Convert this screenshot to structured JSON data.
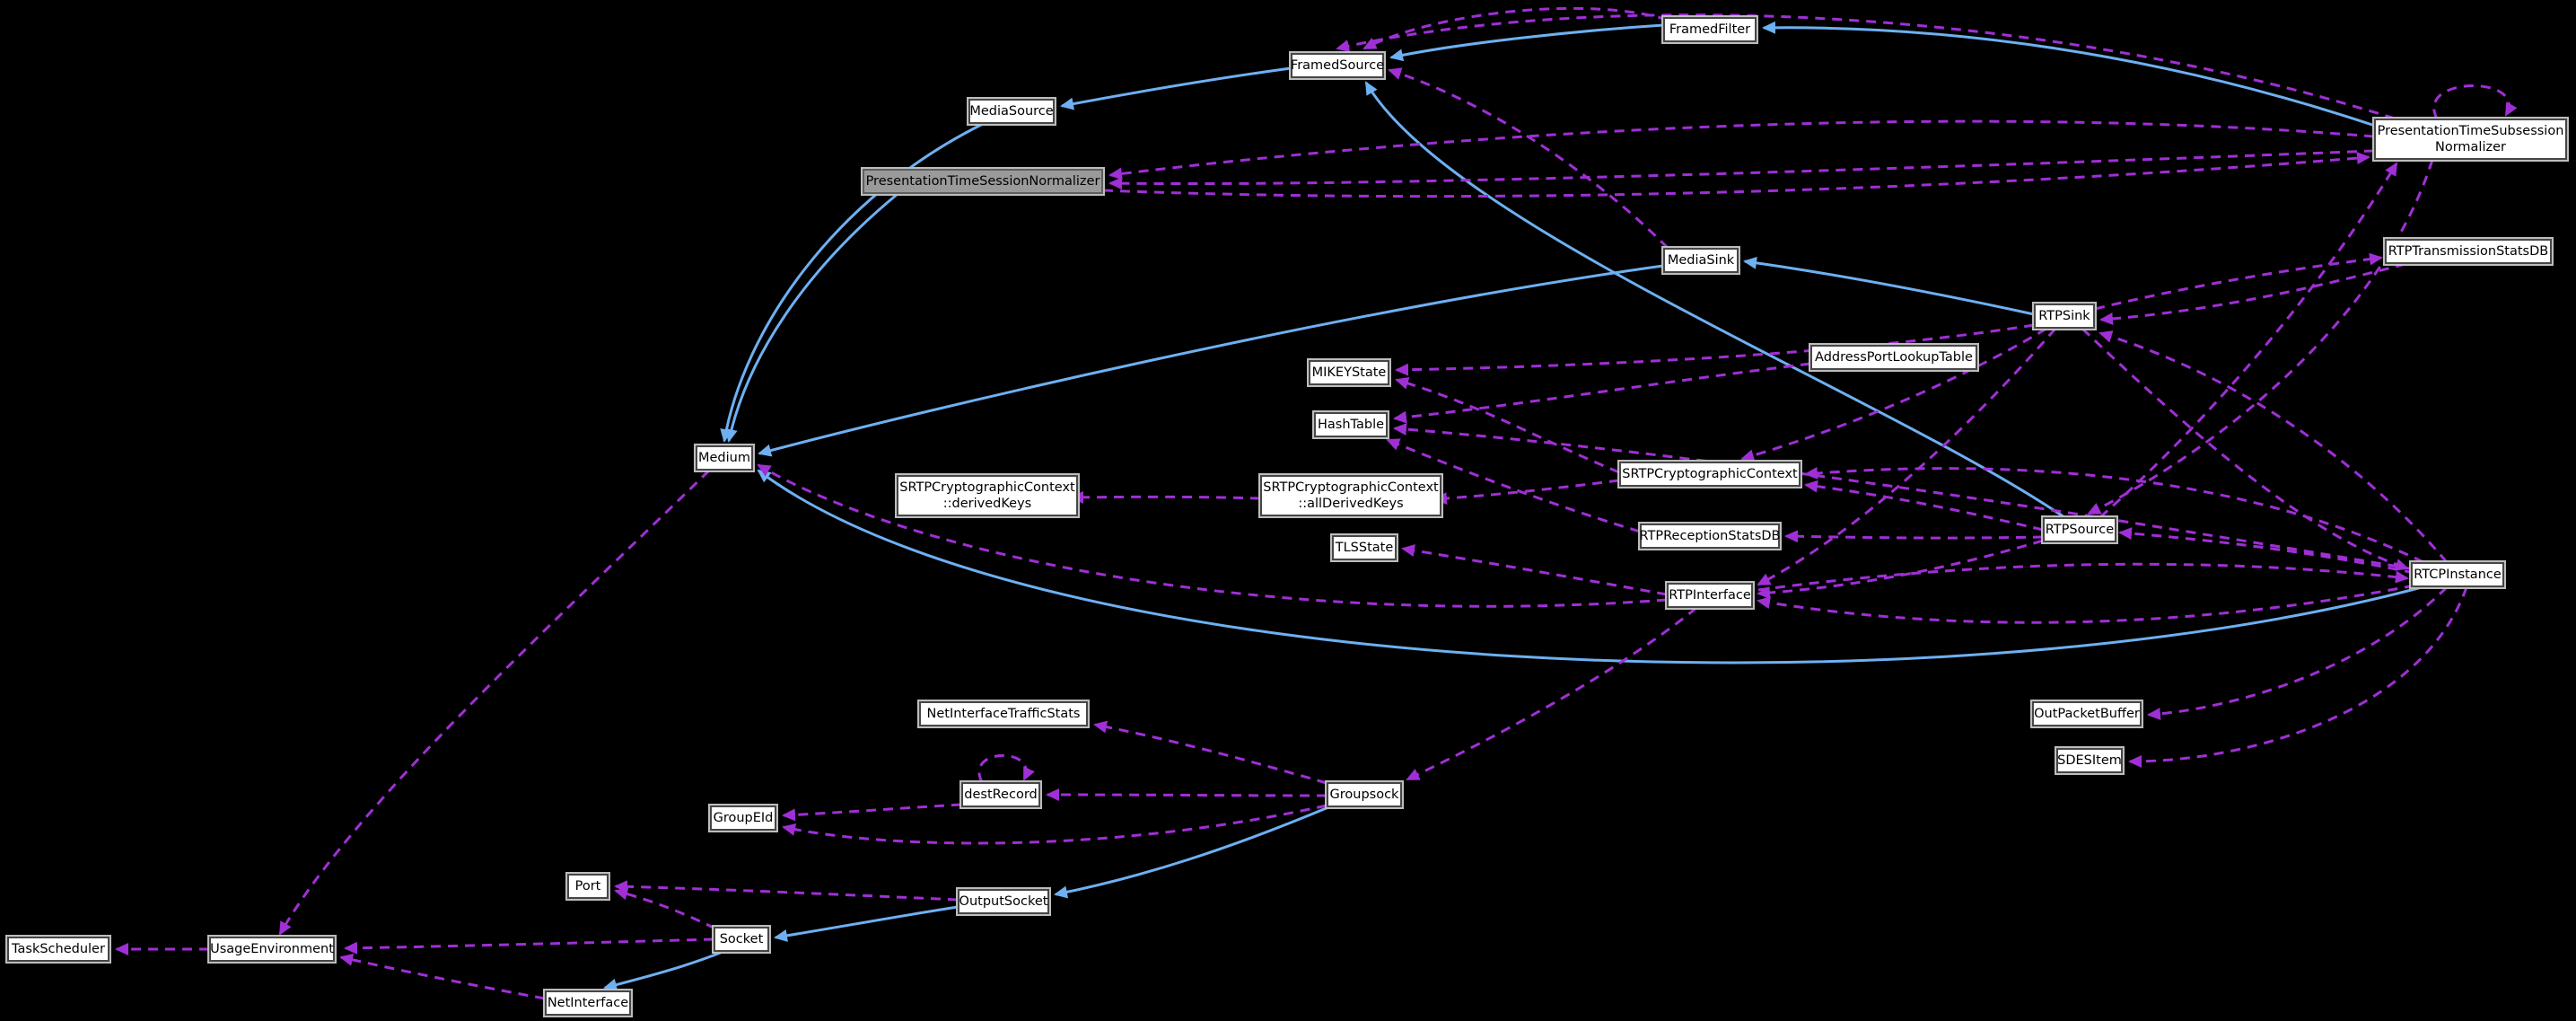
{
  "diagram": {
    "kind": "collaboration-graph",
    "selected_node": "PresentationTimeSessionNormalizer",
    "colors": {
      "background": "#000000",
      "inheritance_edge": "#6eb0f2",
      "usage_edge": "#a02fd6",
      "node_fill": "#ffffff",
      "node_border": "#464646",
      "node_outline": "#bdbdbd",
      "node_text": "#000000",
      "selected_fill": "#9a9a9a",
      "selected_border": "#5e5e5e"
    },
    "nodes": [
      {
        "id": "FramedFilter",
        "label": "FramedFilter"
      },
      {
        "id": "FramedSource",
        "label": "FramedSource"
      },
      {
        "id": "MediaSource",
        "label": "MediaSource"
      },
      {
        "id": "PresentationTimeSessionNormalizer",
        "label": "PresentationTimeSessionNormalizer",
        "selected": true
      },
      {
        "id": "PresentationTimeSubsessionNormalizer",
        "label": "PresentationTimeSubsession",
        "label2": "Normalizer"
      },
      {
        "id": "MediaSink",
        "label": "MediaSink"
      },
      {
        "id": "RTPTransmissionStatsDB",
        "label": "RTPTransmissionStatsDB"
      },
      {
        "id": "RTPSink",
        "label": "RTPSink"
      },
      {
        "id": "MIKEYState",
        "label": "MIKEYState"
      },
      {
        "id": "AddressPortLookupTable",
        "label": "AddressPortLookupTable"
      },
      {
        "id": "HashTable",
        "label": "HashTable"
      },
      {
        "id": "Medium",
        "label": "Medium"
      },
      {
        "id": "SRTPCryptographicContext::derivedKeys",
        "label": "SRTPCryptographicContext",
        "label2": "::derivedKeys"
      },
      {
        "id": "SRTPCryptographicContext::allDerivedKeys",
        "label": "SRTPCryptographicContext",
        "label2": "::allDerivedKeys"
      },
      {
        "id": "SRTPCryptographicContext",
        "label": "SRTPCryptographicContext"
      },
      {
        "id": "RTPReceptionStatsDB",
        "label": "RTPReceptionStatsDB"
      },
      {
        "id": "TLSState",
        "label": "TLSState"
      },
      {
        "id": "RTPInterface",
        "label": "RTPInterface"
      },
      {
        "id": "RTPSource",
        "label": "RTPSource"
      },
      {
        "id": "RTCPInstance",
        "label": "RTCPInstance"
      },
      {
        "id": "OutPacketBuffer",
        "label": "OutPacketBuffer"
      },
      {
        "id": "SDESItem",
        "label": "SDESItem"
      },
      {
        "id": "NetInterfaceTrafficStats",
        "label": "NetInterfaceTrafficStats"
      },
      {
        "id": "destRecord",
        "label": "destRecord"
      },
      {
        "id": "GroupEId",
        "label": "GroupEId"
      },
      {
        "id": "Groupsock",
        "label": "Groupsock"
      },
      {
        "id": "Port",
        "label": "Port"
      },
      {
        "id": "OutputSocket",
        "label": "OutputSocket"
      },
      {
        "id": "Socket",
        "label": "Socket"
      },
      {
        "id": "TaskScheduler",
        "label": "TaskScheduler"
      },
      {
        "id": "UsageEnvironment",
        "label": "UsageEnvironment"
      },
      {
        "id": "NetInterface",
        "label": "NetInterface"
      }
    ],
    "edges": [
      {
        "from": "FramedFilter",
        "to": "FramedSource",
        "rel": "inherits"
      },
      {
        "from": "PresentationTimeSubsessionNormalizer",
        "to": "FramedFilter",
        "rel": "inherits"
      },
      {
        "from": "FramedSource",
        "to": "MediaSource",
        "rel": "inherits"
      },
      {
        "from": "MediaSource",
        "to": "Medium",
        "rel": "inherits"
      },
      {
        "from": "PresentationTimeSessionNormalizer",
        "to": "Medium",
        "rel": "inherits"
      },
      {
        "from": "MediaSink",
        "to": "Medium",
        "rel": "inherits"
      },
      {
        "from": "RTPSink",
        "to": "MediaSink",
        "rel": "inherits"
      },
      {
        "from": "RTPSource",
        "to": "FramedSource",
        "rel": "inherits"
      },
      {
        "from": "RTCPInstance",
        "to": "Medium",
        "rel": "inherits"
      },
      {
        "from": "Groupsock",
        "to": "OutputSocket",
        "rel": "inherits"
      },
      {
        "from": "OutputSocket",
        "to": "Socket",
        "rel": "inherits"
      },
      {
        "from": "Socket",
        "to": "NetInterface",
        "rel": "inherits"
      },
      {
        "from": "PresentationTimeSubsessionNormalizer",
        "to": "FramedSource",
        "rel": "uses"
      },
      {
        "from": "FramedFilter",
        "to": "FramedSource",
        "rel": "uses"
      },
      {
        "from": "MediaSink",
        "to": "FramedSource",
        "rel": "uses"
      },
      {
        "from": "PresentationTimeSubsessionNormalizer",
        "to": "PresentationTimeSessionNormalizer",
        "rel": "uses"
      },
      {
        "from": "PresentationTimeSubsessionNormalizer",
        "to": "PresentationTimeSessionNormalizer",
        "rel": "uses"
      },
      {
        "from": "PresentationTimeSessionNormalizer",
        "to": "PresentationTimeSubsessionNormalizer",
        "rel": "uses"
      },
      {
        "from": "PresentationTimeSubsessionNormalizer",
        "to": "PresentationTimeSubsessionNormalizer",
        "rel": "uses"
      },
      {
        "from": "RTPSink",
        "to": "RTPTransmissionStatsDB",
        "rel": "uses"
      },
      {
        "from": "RTPTransmissionStatsDB",
        "to": "RTPSink",
        "rel": "uses"
      },
      {
        "from": "RTCPInstance",
        "to": "RTPSink",
        "rel": "uses"
      },
      {
        "from": "RTCPInstance",
        "to": "RTPSource",
        "rel": "uses"
      },
      {
        "from": "PresentationTimeSubsessionNormalizer",
        "to": "RTPSource",
        "rel": "uses"
      },
      {
        "from": "RTPSource",
        "to": "PresentationTimeSubsessionNormalizer",
        "rel": "uses"
      },
      {
        "from": "RTPSink",
        "to": "RTPInterface",
        "rel": "uses"
      },
      {
        "from": "RTPSource",
        "to": "RTPInterface",
        "rel": "uses"
      },
      {
        "from": "RTCPInstance",
        "to": "RTPInterface",
        "rel": "uses"
      },
      {
        "from": "RTPSink",
        "to": "SRTPCryptographicContext",
        "rel": "uses"
      },
      {
        "from": "RTPSource",
        "to": "SRTPCryptographicContext",
        "rel": "uses"
      },
      {
        "from": "RTCPInstance",
        "to": "SRTPCryptographicContext",
        "rel": "uses"
      },
      {
        "from": "SRTPCryptographicContext",
        "to": "SRTPCryptographicContext::allDerivedKeys",
        "rel": "uses"
      },
      {
        "from": "SRTPCryptographicContext::allDerivedKeys",
        "to": "SRTPCryptographicContext::derivedKeys",
        "rel": "uses"
      },
      {
        "from": "RTPSource",
        "to": "RTPReceptionStatsDB",
        "rel": "uses"
      },
      {
        "from": "RTPInterface",
        "to": "TLSState",
        "rel": "uses"
      },
      {
        "from": "SRTPCryptographicContext",
        "to": "MIKEYState",
        "rel": "uses"
      },
      {
        "from": "RTPSink",
        "to": "MIKEYState",
        "rel": "uses"
      },
      {
        "from": "AddressPortLookupTable",
        "to": "HashTable",
        "rel": "uses"
      },
      {
        "from": "RTPReceptionStatsDB",
        "to": "HashTable",
        "rel": "uses"
      },
      {
        "from": "RTCPInstance",
        "to": "HashTable",
        "rel": "uses"
      },
      {
        "from": "RTPInterface",
        "to": "Groupsock",
        "rel": "uses"
      },
      {
        "from": "RTPInterface",
        "to": "Medium",
        "rel": "uses"
      },
      {
        "from": "Medium",
        "to": "UsageEnvironment",
        "rel": "uses"
      },
      {
        "from": "Socket",
        "to": "UsageEnvironment",
        "rel": "uses"
      },
      {
        "from": "NetInterface",
        "to": "UsageEnvironment",
        "rel": "uses"
      },
      {
        "from": "UsageEnvironment",
        "to": "TaskScheduler",
        "rel": "uses"
      },
      {
        "from": "Socket",
        "to": "Port",
        "rel": "uses"
      },
      {
        "from": "OutputSocket",
        "to": "Port",
        "rel": "uses"
      },
      {
        "from": "Groupsock",
        "to": "destRecord",
        "rel": "uses"
      },
      {
        "from": "destRecord",
        "to": "destRecord",
        "rel": "uses"
      },
      {
        "from": "destRecord",
        "to": "GroupEId",
        "rel": "uses"
      },
      {
        "from": "Groupsock",
        "to": "GroupEId",
        "rel": "uses"
      },
      {
        "from": "Groupsock",
        "to": "NetInterfaceTrafficStats",
        "rel": "uses"
      },
      {
        "from": "RTCPInstance",
        "to": "OutPacketBuffer",
        "rel": "uses"
      },
      {
        "from": "RTCPInstance",
        "to": "SDESItem",
        "rel": "uses"
      },
      {
        "from": "RTPSink",
        "to": "RTCPInstance",
        "rel": "uses"
      },
      {
        "from": "RTPInterface",
        "to": "RTCPInstance",
        "rel": "uses"
      }
    ]
  }
}
